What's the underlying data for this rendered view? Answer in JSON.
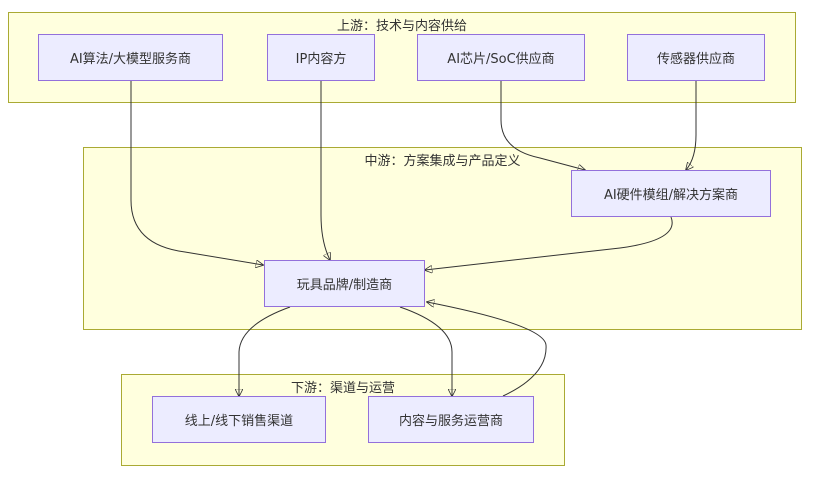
{
  "clusters": {
    "upstream": {
      "title": "上游：技术与内容供给"
    },
    "midstream": {
      "title": "中游：方案集成与产品定义"
    },
    "downstream": {
      "title": "下游：渠道与运营"
    }
  },
  "nodes": {
    "ai_algo": "AI算法/大模型服务商",
    "ip_content": "IP内容方",
    "ai_chip": "AI芯片/SoC供应商",
    "sensor": "传感器供应商",
    "hw_module": "AI硬件模组/解决方案商",
    "toy_brand": "玩具品牌/制造商",
    "sales_channel": "线上/线下销售渠道",
    "content_ops": "内容与服务运营商"
  },
  "edges": [
    {
      "from": "ai_algo",
      "to": "toy_brand"
    },
    {
      "from": "ip_content",
      "to": "toy_brand"
    },
    {
      "from": "ai_chip",
      "to": "hw_module"
    },
    {
      "from": "sensor",
      "to": "hw_module"
    },
    {
      "from": "hw_module",
      "to": "toy_brand"
    },
    {
      "from": "toy_brand",
      "to": "sales_channel"
    },
    {
      "from": "toy_brand",
      "to": "content_ops"
    },
    {
      "from": "content_ops",
      "to": "toy_brand"
    }
  ],
  "colors": {
    "cluster_fill": "#ffffde",
    "cluster_stroke": "#aaaa33",
    "node_fill": "#ececff",
    "node_stroke": "#9370db",
    "edge": "#333333"
  }
}
